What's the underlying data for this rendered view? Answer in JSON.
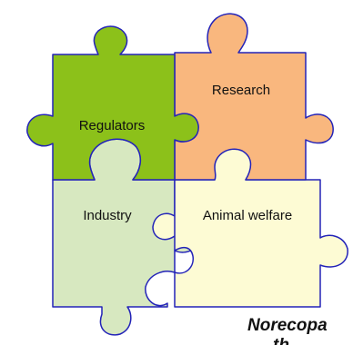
{
  "pieces": {
    "regulators": {
      "label": "Regulators",
      "color": "#8cc11a"
    },
    "research": {
      "label": "Research",
      "color": "#f9b77e"
    },
    "industry": {
      "label": "Industry",
      "color": "#d7e8c0"
    },
    "animal_welfare": {
      "label": "Animal welfare",
      "color": "#fdfbd4"
    }
  },
  "outline_color": "#2323b8",
  "brand_text": {
    "line1": "Norecopa",
    "line2": "th"
  }
}
